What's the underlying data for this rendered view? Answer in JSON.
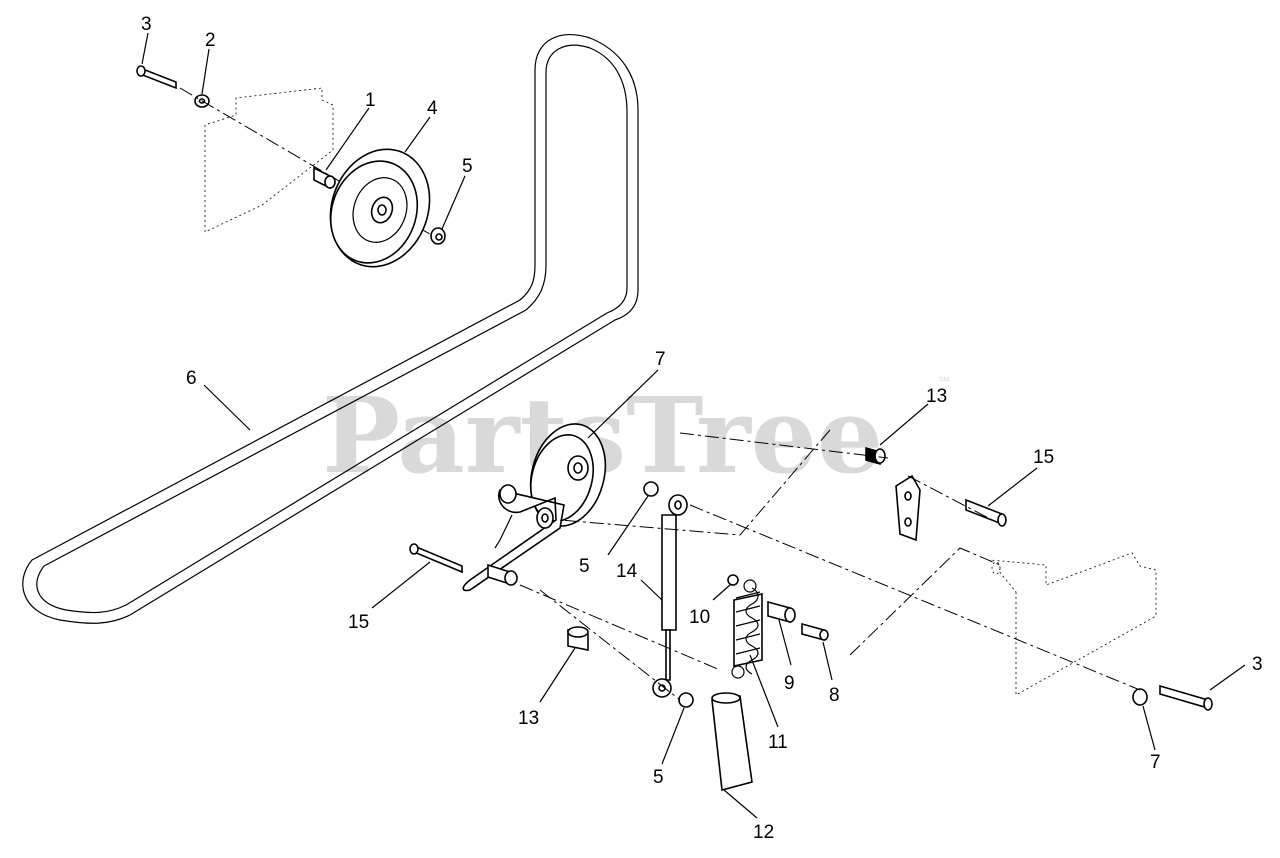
{
  "watermark": {
    "text": "PartsTree",
    "trademark": "™"
  },
  "callouts": [
    {
      "id": "c3a",
      "label": "3"
    },
    {
      "id": "c2",
      "label": "2"
    },
    {
      "id": "c1",
      "label": "1"
    },
    {
      "id": "c4",
      "label": "4"
    },
    {
      "id": "c5a",
      "label": "5"
    },
    {
      "id": "c6",
      "label": "6"
    },
    {
      "id": "c7a",
      "label": "7"
    },
    {
      "id": "c13a",
      "label": "13"
    },
    {
      "id": "c15a",
      "label": "15"
    },
    {
      "id": "c5b",
      "label": "5"
    },
    {
      "id": "c14",
      "label": "14"
    },
    {
      "id": "c10",
      "label": "10"
    },
    {
      "id": "c15b",
      "label": "15"
    },
    {
      "id": "c9",
      "label": "9"
    },
    {
      "id": "c8",
      "label": "8"
    },
    {
      "id": "c3b",
      "label": "3"
    },
    {
      "id": "c13b",
      "label": "13"
    },
    {
      "id": "c11",
      "label": "11"
    },
    {
      "id": "c5c",
      "label": "5"
    },
    {
      "id": "c7b",
      "label": "7"
    },
    {
      "id": "c12",
      "label": "12"
    }
  ]
}
